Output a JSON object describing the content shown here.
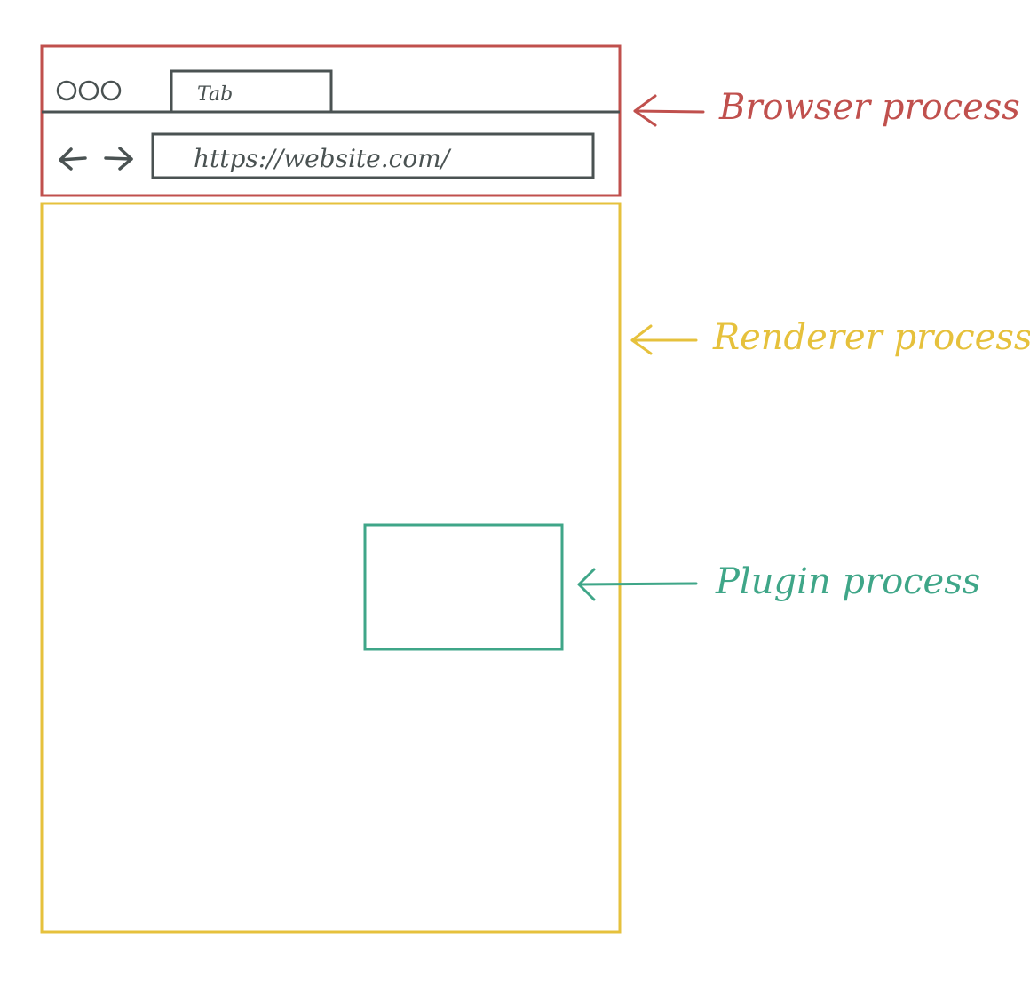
{
  "browser_chrome": {
    "tab_label": "Tab",
    "url": "https://website.com/",
    "window_controls_icon": "three-circles",
    "back_icon": "left-arrow",
    "forward_icon": "right-arrow"
  },
  "labels": {
    "browser_process": "Browser process",
    "renderer_process": "Renderer process",
    "plugin_process": "Plugin process"
  },
  "colors": {
    "browser": "#c0504d",
    "renderer": "#e6c13c",
    "plugin": "#3fa688",
    "chrome_ink": "#4a5252",
    "background": "#ffffff"
  }
}
